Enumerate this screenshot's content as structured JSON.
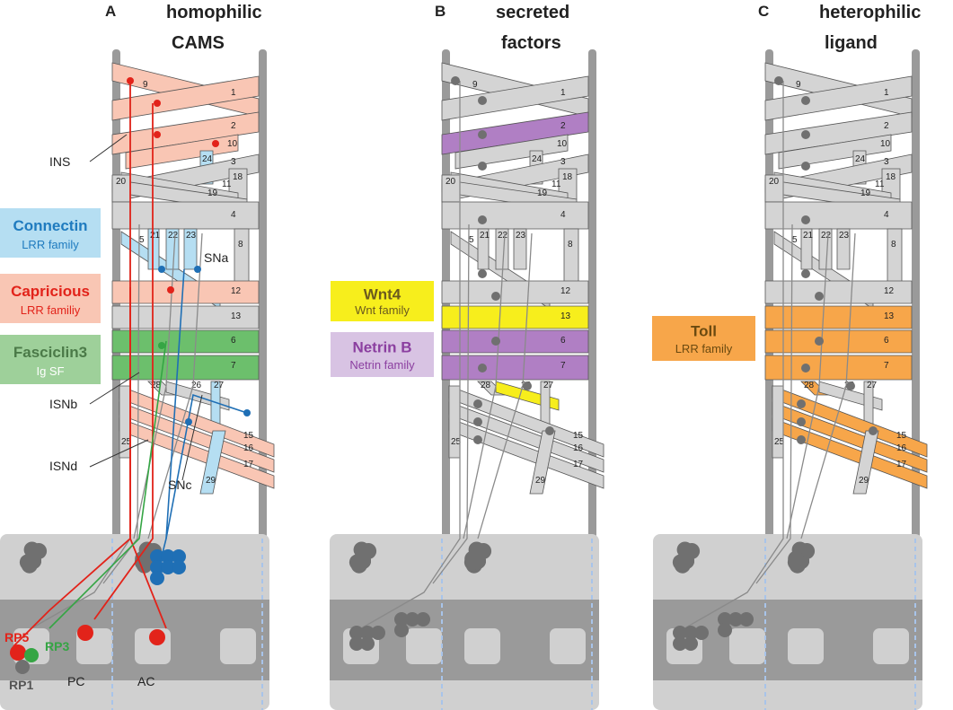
{
  "panels": [
    {
      "letter": "A",
      "title1": "homophilic",
      "title2": "CAMS"
    },
    {
      "letter": "B",
      "title1": "secreted",
      "title2": "factors"
    },
    {
      "letter": "C",
      "title1": "heterophilic",
      "title2": "ligand"
    }
  ],
  "muscle_numbers": [
    "9",
    "1",
    "2",
    "10",
    "24",
    "3",
    "18",
    "11",
    "20",
    "19",
    "4",
    "5",
    "21",
    "22",
    "23",
    "8",
    "12",
    "13",
    "6",
    "7",
    "28",
    "26",
    "27",
    "15",
    "16",
    "17",
    "25",
    "29"
  ],
  "nerves": {
    "ins": "INS",
    "sna": "SNa",
    "isnb": "ISNb",
    "isnd": "ISNd",
    "snc": "SNc"
  },
  "panel_a_legend": [
    {
      "name": "Connectin",
      "family": "LRR family",
      "fill": "#b5def2",
      "name_color": "#1f7bbf",
      "family_color": "#1f7bbf"
    },
    {
      "name": "Capricious",
      "family": "LRR familiy",
      "fill": "#f9c6b4",
      "name_color": "#e2231a",
      "family_color": "#e2231a"
    },
    {
      "name": "Fasciclin3",
      "family": "Ig SF",
      "fill": "#9ed09a",
      "name_color": "#4b7a48",
      "family_color": "#ffffff"
    }
  ],
  "panel_b_legend": [
    {
      "name": "Wnt4",
      "family": "Wnt family",
      "fill": "#f7ee1c",
      "name_color": "#6b5a1e",
      "family_color": "#6b5a1e"
    },
    {
      "name": "Netrin B",
      "family": "Netrin family",
      "fill": "#d8c3e3",
      "name_color": "#8b3fa0",
      "family_color": "#8b3fa0"
    }
  ],
  "panel_c_legend": [
    {
      "name": "Toll",
      "family": "LRR family",
      "fill": "#f7a64a",
      "name_color": "#6b4a10",
      "family_color": "#6b4a10"
    }
  ],
  "cns_labels": {
    "rp5": "RP5",
    "rp3": "RP3",
    "rp1": "RP1",
    "pc": "PC",
    "ac": "AC"
  },
  "colors": {
    "muscle_gray": "#d4d4d4",
    "capricious": "#f9c6b4",
    "connectin": "#b5def2",
    "fasciclin3": "#6cbf6c",
    "netrin": "#b07fc4",
    "wnt4": "#f7ee1c",
    "toll": "#f7a64a",
    "axon_red": "#e2231a",
    "axon_blue": "#1f6fb5",
    "axon_green": "#35a544",
    "neuron_gray": "#707070"
  }
}
